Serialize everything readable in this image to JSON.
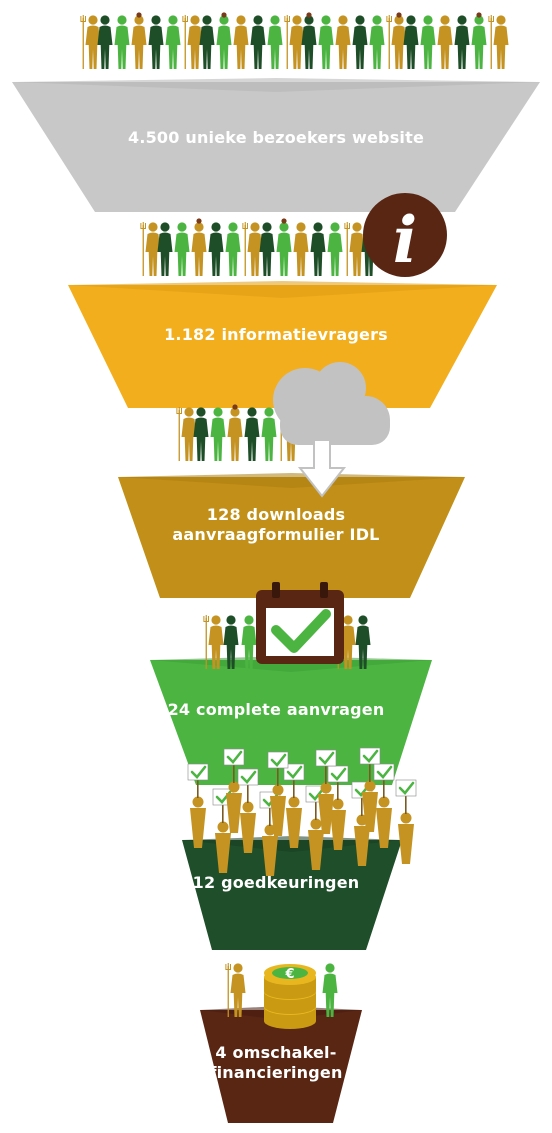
{
  "funnel": {
    "stages": [
      {
        "label": "4.500 unieke bezoekers website",
        "color": "#c8c8c8",
        "shade": "#b4b4b4"
      },
      {
        "label": "1.182 informatievragers",
        "color": "#f3ae1d",
        "shade": "#de9c13"
      },
      {
        "label_lines": [
          "128 downloads",
          "aanvraagformulier IDL"
        ],
        "color": "#c29018",
        "shade": "#ab7d10"
      },
      {
        "label": "24 complete aanvragen",
        "color": "#4cb542",
        "shade": "#3d9e35"
      },
      {
        "label": "12 goedkeuringen",
        "color": "#1f4e2a",
        "shade": "#173e20"
      },
      {
        "label_lines": [
          "4 omschakel-",
          "financieringen"
        ],
        "color": "#5a2614",
        "shade": "#471c0e"
      }
    ]
  },
  "people_colors": [
    "#c49321",
    "#1e4e27",
    "#4cb542",
    "#7a3a1c"
  ],
  "icons": {
    "info": {
      "glyph": "i",
      "color": "#5a2614"
    },
    "cloud": {
      "color": "#c2c2c2"
    },
    "calendar": {
      "color": "#5a2614",
      "check_color": "#4cb542"
    },
    "coins": {
      "color": "#e8b720",
      "symbol": "€"
    },
    "sign_check_color": "#4cb542"
  }
}
